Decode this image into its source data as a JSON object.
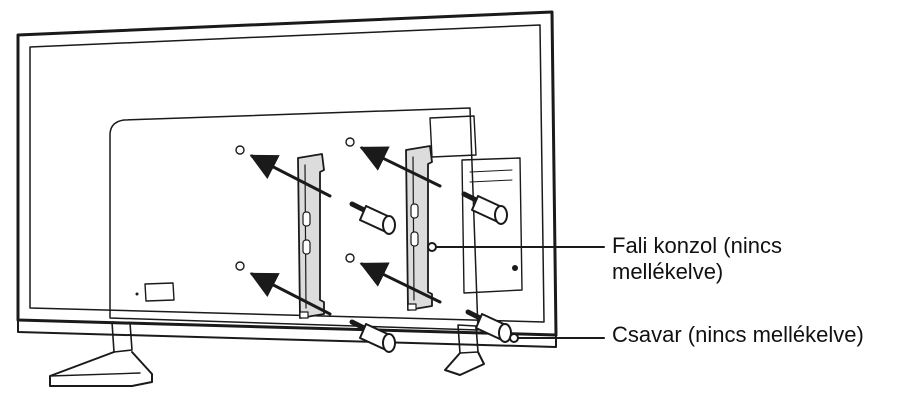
{
  "labels": {
    "bracket_line1": "Fali konzol (nincs",
    "bracket_line2": "mellékelve)",
    "screw": "Csavar (nincs mellékelve)"
  },
  "colors": {
    "line": "#1a1a1a",
    "shade": "#dcdcdc",
    "background": "#ffffff"
  }
}
